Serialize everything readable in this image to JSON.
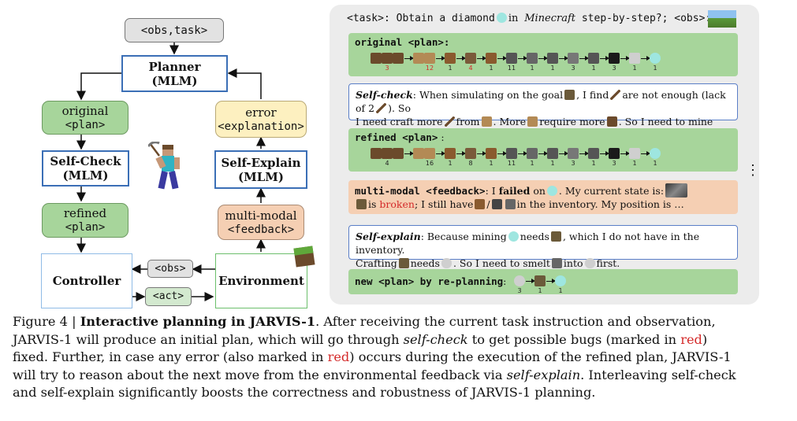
{
  "diagram": {
    "obs_task": "<obs,task>",
    "planner_title": "Planner",
    "planner_sub": "(MLM)",
    "original_plan_l1": "original",
    "original_plan_l2": "<plan>",
    "selfcheck_title": "Self-Check",
    "selfcheck_sub": "(MLM)",
    "refined_plan_l1": "refined",
    "refined_plan_l2": "<plan>",
    "controller": "Controller",
    "obs": "<obs>",
    "act": "<act>",
    "environment": "Environment",
    "feedback_l1": "multi-modal",
    "feedback_l2": "<feedback>",
    "selfexplain_title": "Self-Explain",
    "selfexplain_sub": "(MLM)",
    "error_l1": "error",
    "error_l2": "<explanation>"
  },
  "panel": {
    "task_prefix": "<task>: Obtain a diamond",
    "task_in": "in",
    "task_game": "Minecraft",
    "task_suffix": "step-by-step?; <obs>:",
    "original_label": "original <plan>:",
    "original_counts": [
      "3",
      "12",
      "1",
      "4",
      "1",
      "11",
      "1",
      "1",
      "3",
      "1",
      "3",
      "1",
      "1"
    ],
    "selfcheck_label": "Self-check",
    "selfcheck_t1": ": When simulating on the goal",
    "selfcheck_t2": ", I find",
    "selfcheck_t3": "are not enough (lack of 2",
    "selfcheck_t4": "). So",
    "selfcheck_t5": "I need craft more",
    "selfcheck_t6": "from",
    "selfcheck_t7": ". More",
    "selfcheck_t8": "require more",
    "selfcheck_t9": ". So I need to mine more",
    "selfcheck_t10": ".",
    "refined_label": "refined <plan>",
    "refined_colon": ":",
    "refined_counts": [
      "4",
      "16",
      "1",
      "8",
      "1",
      "11",
      "1",
      "1",
      "3",
      "1",
      "3",
      "1",
      "1"
    ],
    "feedback_label": "multi-modal <feedback>",
    "feedback_t1": ": I",
    "feedback_failed": "failed",
    "feedback_t2": "on",
    "feedback_t3": ". My current state is:",
    "feedback_t4": "is",
    "feedback_broken": "broken",
    "feedback_t5": "; I still have",
    "feedback_t6": "in the inventory. My position is …",
    "selfexplain_label": "Self-explain",
    "selfexplain_t1": ": Because mining",
    "selfexplain_t2": "needs",
    "selfexplain_t3": ", which I do not have in the inventory.",
    "selfexplain_t4": "Crafting",
    "selfexplain_t5": "needs",
    "selfexplain_t6": ". So I need to smelt",
    "selfexplain_t7": "into",
    "selfexplain_t8": "first.",
    "newplan_label": "new <plan> by re-planning",
    "newplan_colon": ":",
    "newplan_counts": [
      "3",
      "1",
      "1"
    ],
    "dots": "⋮"
  },
  "caption": {
    "fig": "Figure 4 |",
    "title": "Interactive planning in JARVIS-1",
    "t1": ". After receiving the current task instruction and observation,",
    "t2": "JARVIS-1 will produce an initial plan, which will go through",
    "t2i": "self-check",
    "t2b": "to get possible bugs (marked in",
    "red1": "red",
    "t2c": ")",
    "t3": "fixed. Further, in case any error (also marked in",
    "red2": "red",
    "t3b": ") occurs during the execution of the refined plan, JARVIS-1",
    "t4": "will try to reason about the next move from the environmental feedback via",
    "t4i": "self-explain",
    "t4b": ". Interleaving self-check",
    "t5": "and self-explain significantly boosts the correctness and robustness of JARVIS-1 planning."
  },
  "colors": {
    "green": "#a7d59b",
    "orange": "#f5cfb3",
    "yellow": "#fdf0c0",
    "blue_border": "#3b6fb6",
    "red": "#d42a2a"
  }
}
